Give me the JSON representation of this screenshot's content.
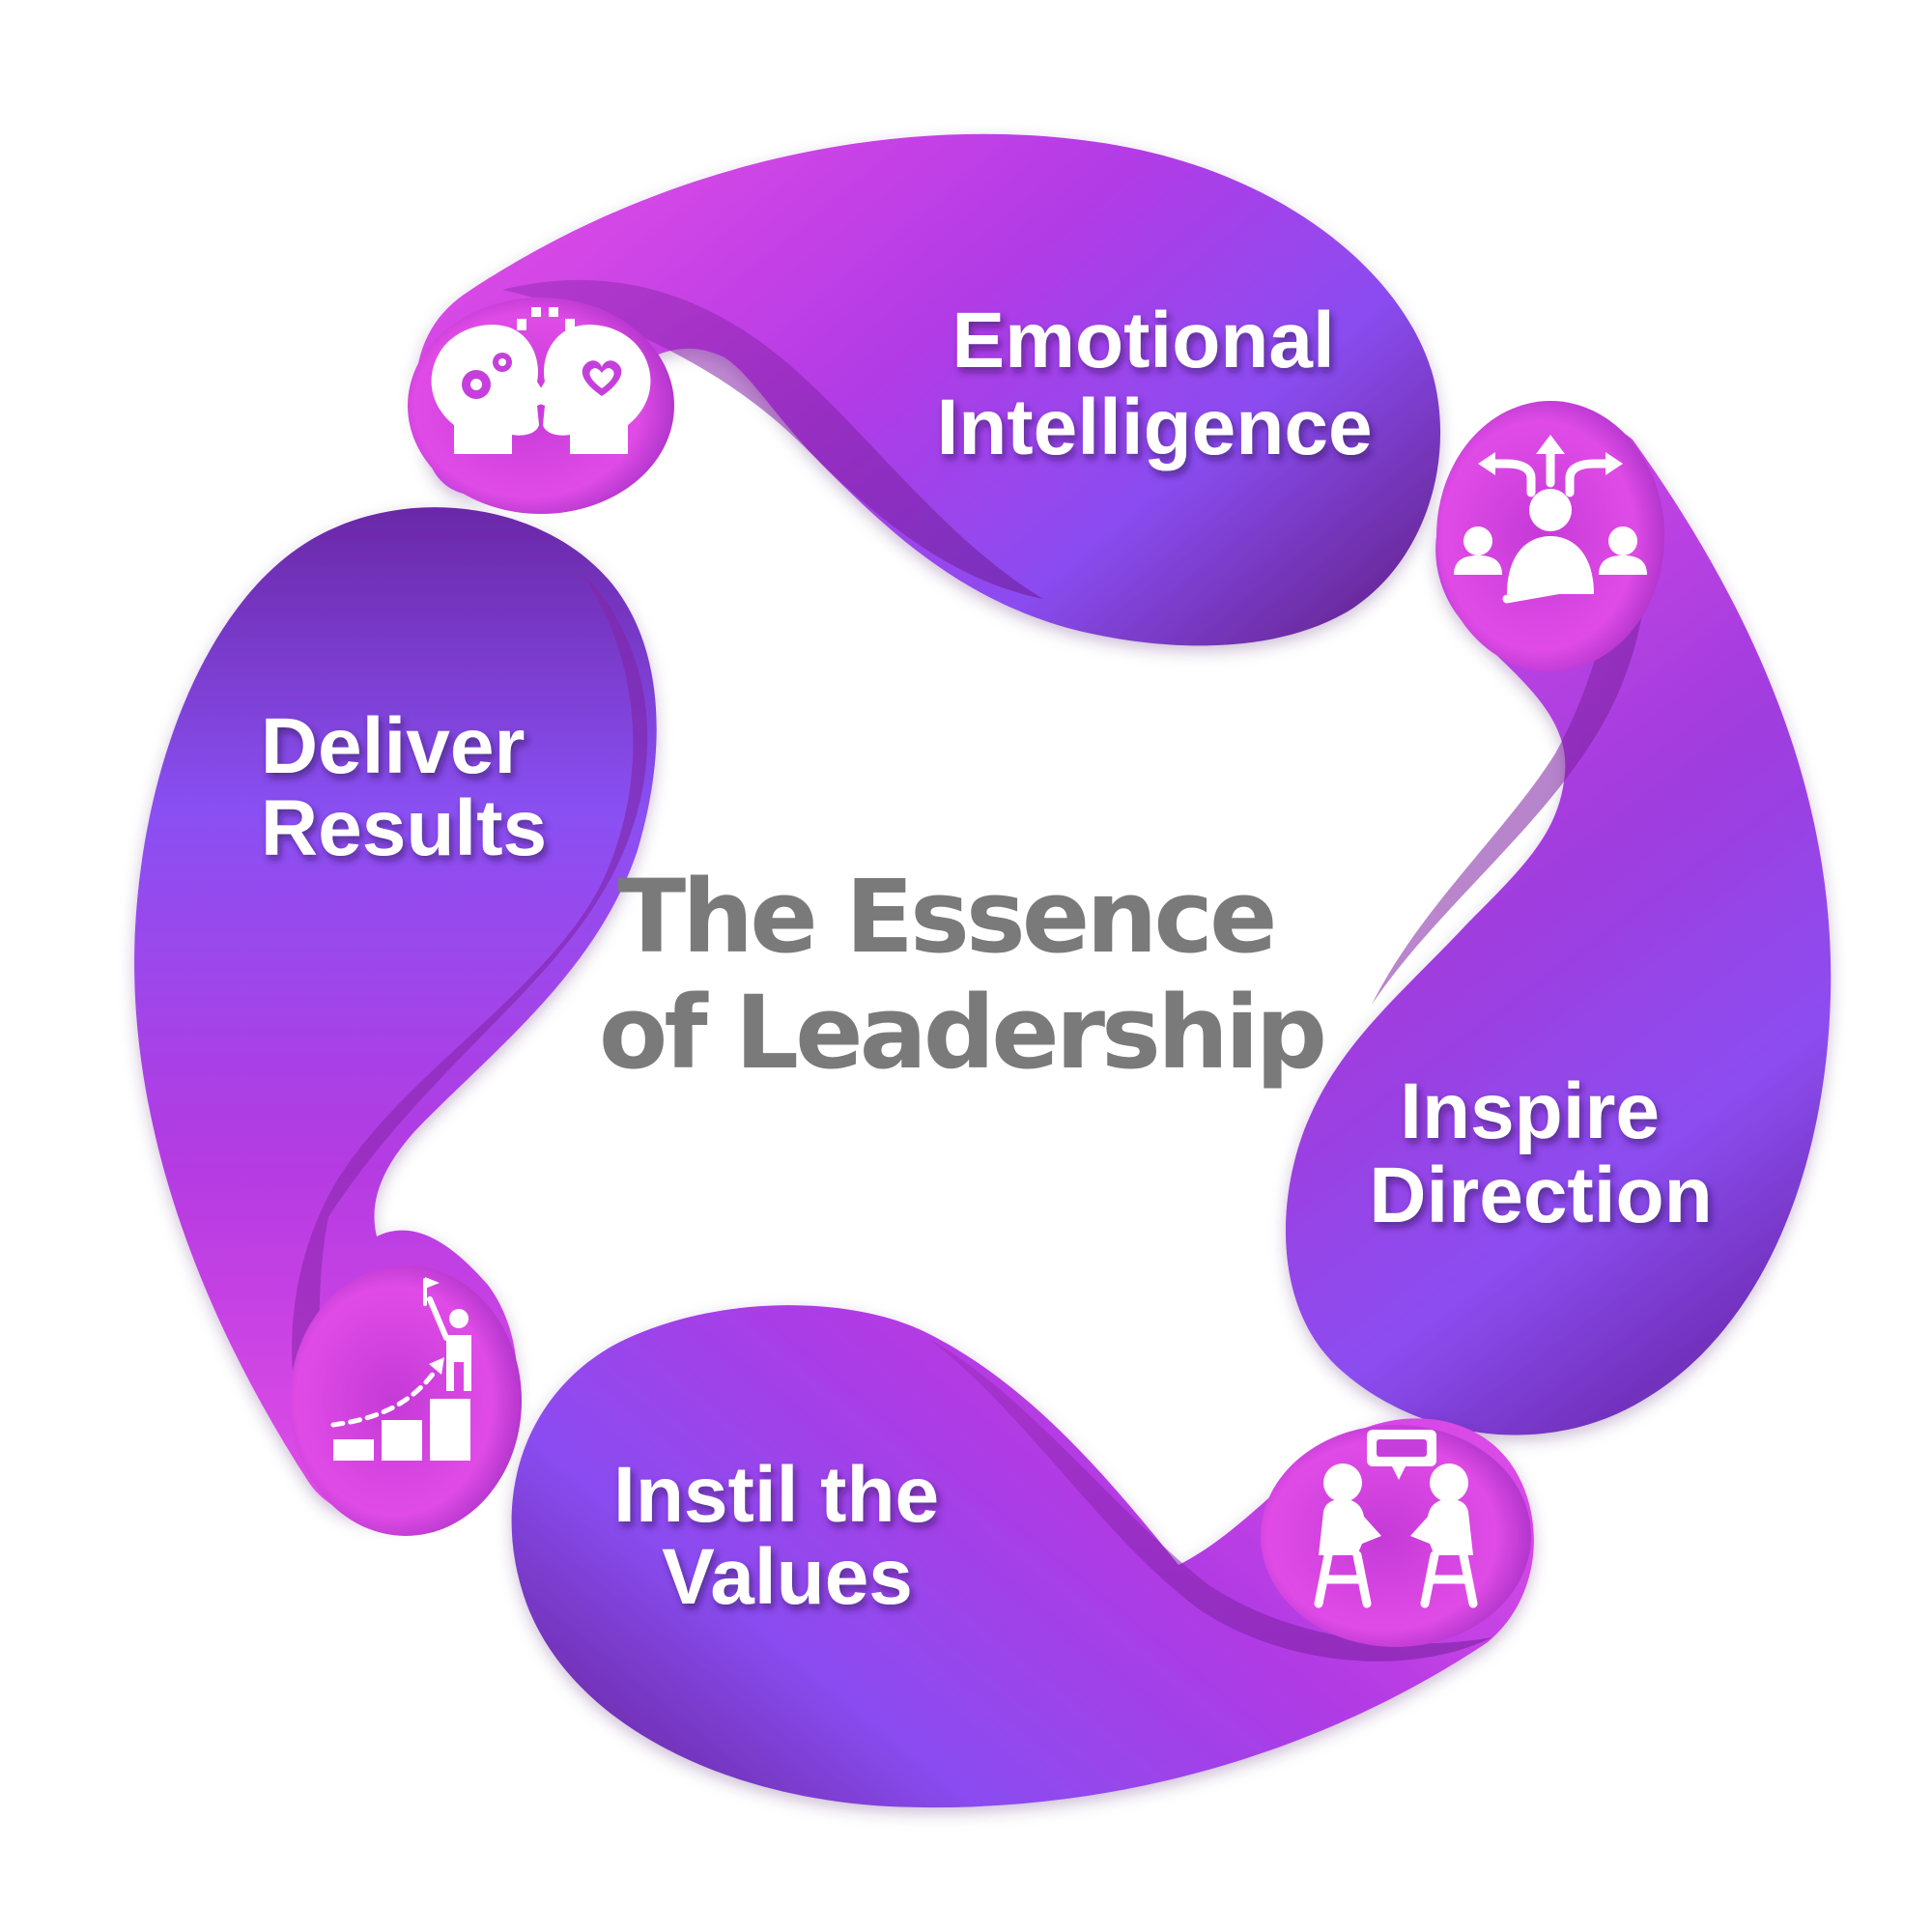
{
  "center": {
    "title_line1": "The Essence",
    "title_line2": "of Leadership"
  },
  "segments": [
    {
      "label_line1": "Emotional",
      "label_line2": "Intelligence",
      "icon": "brain-heart-heads-icon"
    },
    {
      "label_line1": "Inspire",
      "label_line2": "Direction",
      "icon": "team-direction-arrows-icon"
    },
    {
      "label_line1": "Instil the",
      "label_line2": "Values",
      "icon": "two-people-conversation-icon"
    },
    {
      "label_line1": "Deliver",
      "label_line2": "Results",
      "icon": "person-climbing-steps-icon"
    }
  ],
  "colors": {
    "violet": "#8a4cf0",
    "deep_purple": "#6a1f9a",
    "magenta": "#c23ce0",
    "pink": "#e44ee6",
    "center_text": "#7a7a7a"
  }
}
